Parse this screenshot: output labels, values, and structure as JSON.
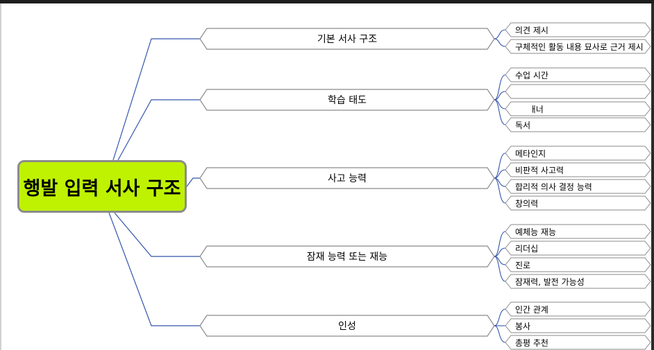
{
  "root": {
    "label": "행발 입력 서사 구조",
    "fill": "#bff200"
  },
  "colors": {
    "connector": "#3355aa",
    "node_border": "#8a8a8a"
  },
  "branches": [
    {
      "label": "기본 서사 구조",
      "leaves": [
        "의견 제시",
        "구체적인 활동 내용 묘사로 근거 제시"
      ]
    },
    {
      "label": "학습 태도",
      "leaves": [
        "수업 시간",
        "",
        ", 플래너",
        "독서"
      ]
    },
    {
      "label": "사고 능력",
      "leaves": [
        "메타인지",
        "비판적 사고력",
        "합리적 의사 결정 능력",
        "창의력"
      ]
    },
    {
      "label": "잠재 능력 또는 재능",
      "leaves": [
        "예체능 재능",
        "리더십",
        "진로",
        "잠재력, 발전 가능성"
      ]
    },
    {
      "label": "인성",
      "leaves": [
        "인간 관계",
        "봉사",
        "총평 추천"
      ]
    }
  ]
}
